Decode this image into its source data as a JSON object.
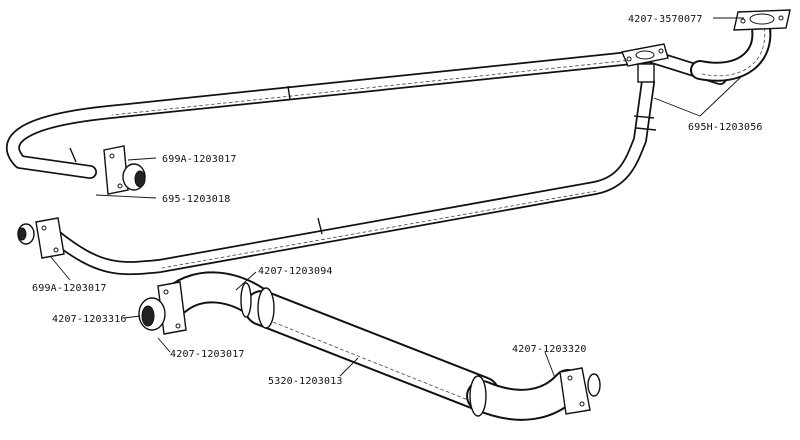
{
  "labels": {
    "part_3570077": "4207-3570077",
    "part_695n_1203056": "695Н-1203056",
    "part_699a_1203017_top": "699А-1203017",
    "part_695_1203018": "695-1203018",
    "part_699a_1203017_left": "699А-1203017",
    "part_1203094": "4207-1203094",
    "part_1203316": "4207-1203316",
    "part_1203017": "4207-1203017",
    "part_5320_1203013": "5320-1203013",
    "part_1203320": "4207-1203320"
  }
}
